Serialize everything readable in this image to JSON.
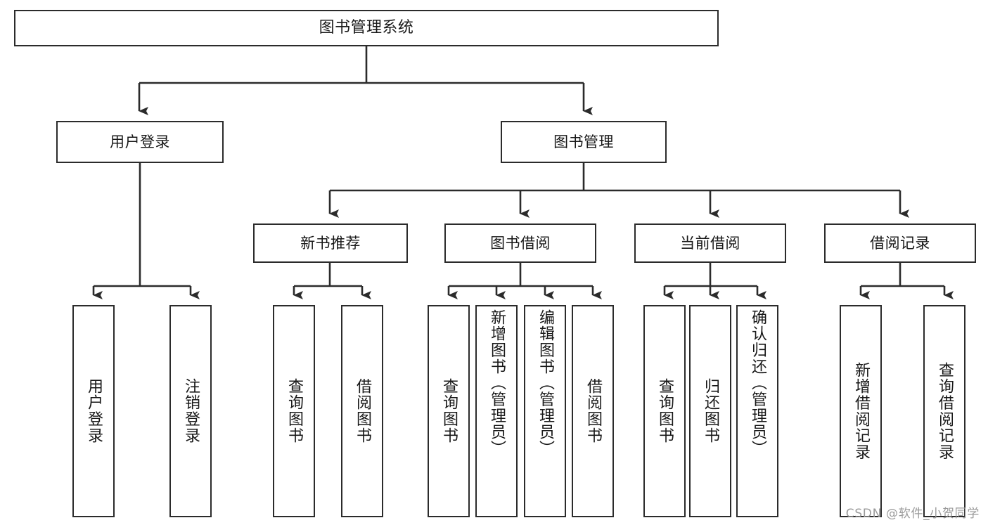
{
  "diagram": {
    "title": "图书管理系统",
    "type": "tree",
    "colors": {
      "box_border": "#2b2b2b",
      "box_fill": "#ffffff",
      "connector": "#2b2b2b",
      "background": "#ffffff",
      "watermark": "#9a9a9a"
    },
    "levels": {
      "root": {
        "label": "图书管理系统"
      },
      "level1": [
        {
          "label": "用户登录"
        },
        {
          "label": "图书管理"
        }
      ],
      "level2": [
        {
          "label": "新书推荐"
        },
        {
          "label": "图书借阅"
        },
        {
          "label": "当前借阅"
        },
        {
          "label": "借阅记录"
        }
      ],
      "level3": [
        {
          "label": "用户登录",
          "parent": "用户登录"
        },
        {
          "label": "注销登录",
          "parent": "用户登录"
        },
        {
          "label": "查询图书",
          "parent": "新书推荐"
        },
        {
          "label": "借阅图书",
          "parent": "新书推荐"
        },
        {
          "label": "查询图书",
          "parent": "图书借阅"
        },
        {
          "label": "新增图书（管理员）",
          "parent": "图书借阅"
        },
        {
          "label": "编辑图书（管理员）",
          "parent": "图书借阅"
        },
        {
          "label": "借阅图书",
          "parent": "图书借阅"
        },
        {
          "label": "查询图书",
          "parent": "当前借阅"
        },
        {
          "label": "归还图书",
          "parent": "当前借阅"
        },
        {
          "label": "确认归还（管理员）",
          "parent": "当前借阅"
        },
        {
          "label": "新增借阅记录",
          "parent": "借阅记录"
        },
        {
          "label": "查询借阅记录",
          "parent": "借阅记录"
        }
      ]
    }
  },
  "watermark": {
    "text": "CSDN @软件_小贺同学"
  }
}
